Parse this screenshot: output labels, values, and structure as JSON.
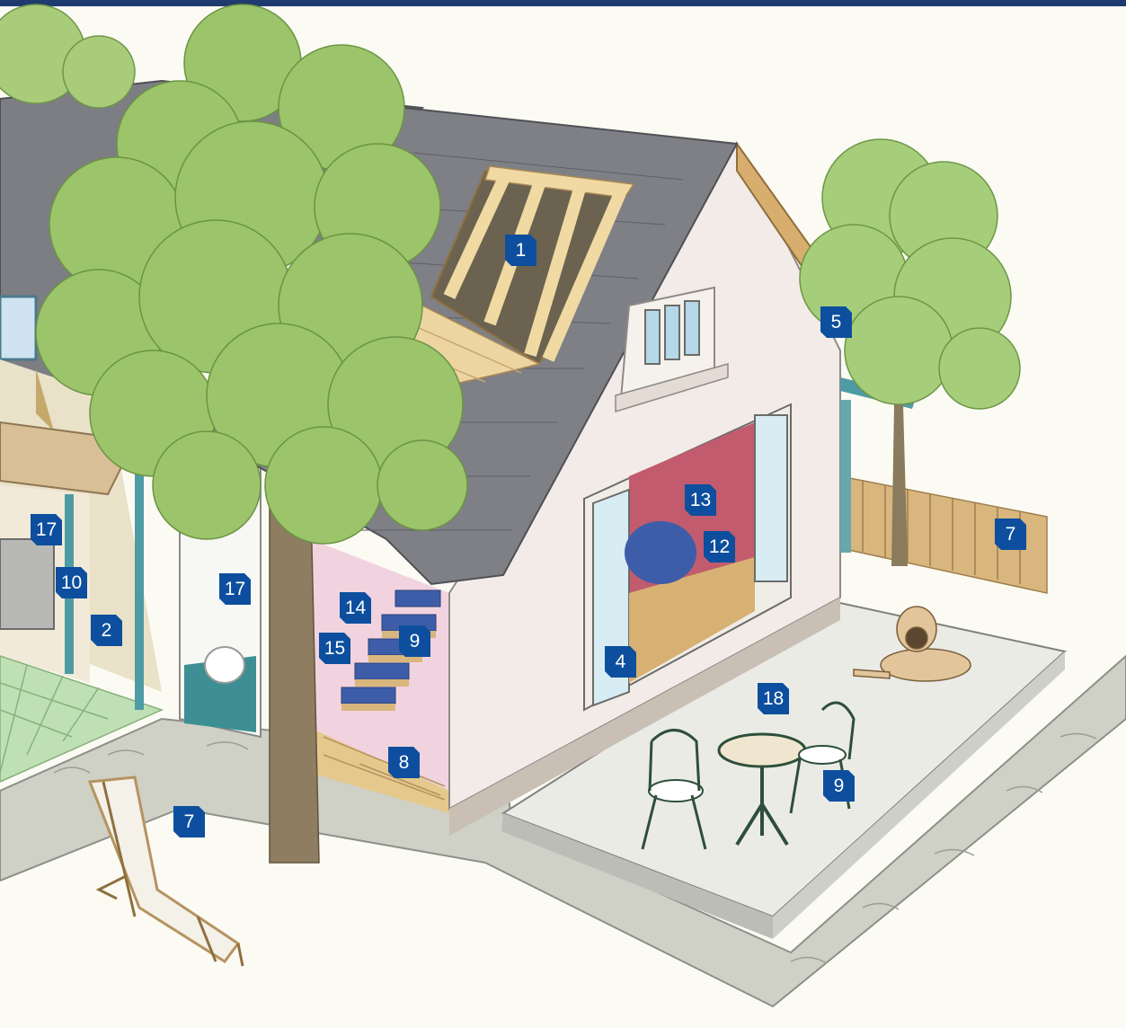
{
  "markers": [
    {
      "id": "marker-1-roof-framing",
      "label": "1"
    },
    {
      "id": "marker-5-gable-trim",
      "label": "5"
    },
    {
      "id": "marker-13-living-room",
      "label": "13"
    },
    {
      "id": "marker-12-living-room",
      "label": "12"
    },
    {
      "id": "marker-7-fence",
      "label": "7"
    },
    {
      "id": "marker-17-kitchen",
      "label": "17"
    },
    {
      "id": "marker-10-kitchen",
      "label": "10"
    },
    {
      "id": "marker-2-wall",
      "label": "2"
    },
    {
      "id": "marker-17-bathroom",
      "label": "17"
    },
    {
      "id": "marker-14-staircase",
      "label": "14"
    },
    {
      "id": "marker-15-staircase",
      "label": "15"
    },
    {
      "id": "marker-9-staircase",
      "label": "9"
    },
    {
      "id": "marker-4-sliding-door",
      "label": "4"
    },
    {
      "id": "marker-18-patio",
      "label": "18"
    },
    {
      "id": "marker-8-floor",
      "label": "8"
    },
    {
      "id": "marker-9-patio-furniture",
      "label": "9"
    },
    {
      "id": "marker-7-lounge-chair",
      "label": "7"
    }
  ],
  "colors": {
    "marker_bg": "#0d4f9e",
    "marker_text": "#ffffff",
    "top_bar": "#1f3a6e",
    "roof": "#7d7f84",
    "wall": "#f3ebe6",
    "foliage": "#9cc46a",
    "trunk": "#8a7a5e",
    "patio": "#e6e6e1",
    "stone_path": "#c9cbbf",
    "wood": "#e7cd93"
  },
  "icons": [
    "tree-illustration",
    "house-illustration",
    "dog-illustration",
    "bistro-table-illustration",
    "lounge-chair-illustration"
  ]
}
